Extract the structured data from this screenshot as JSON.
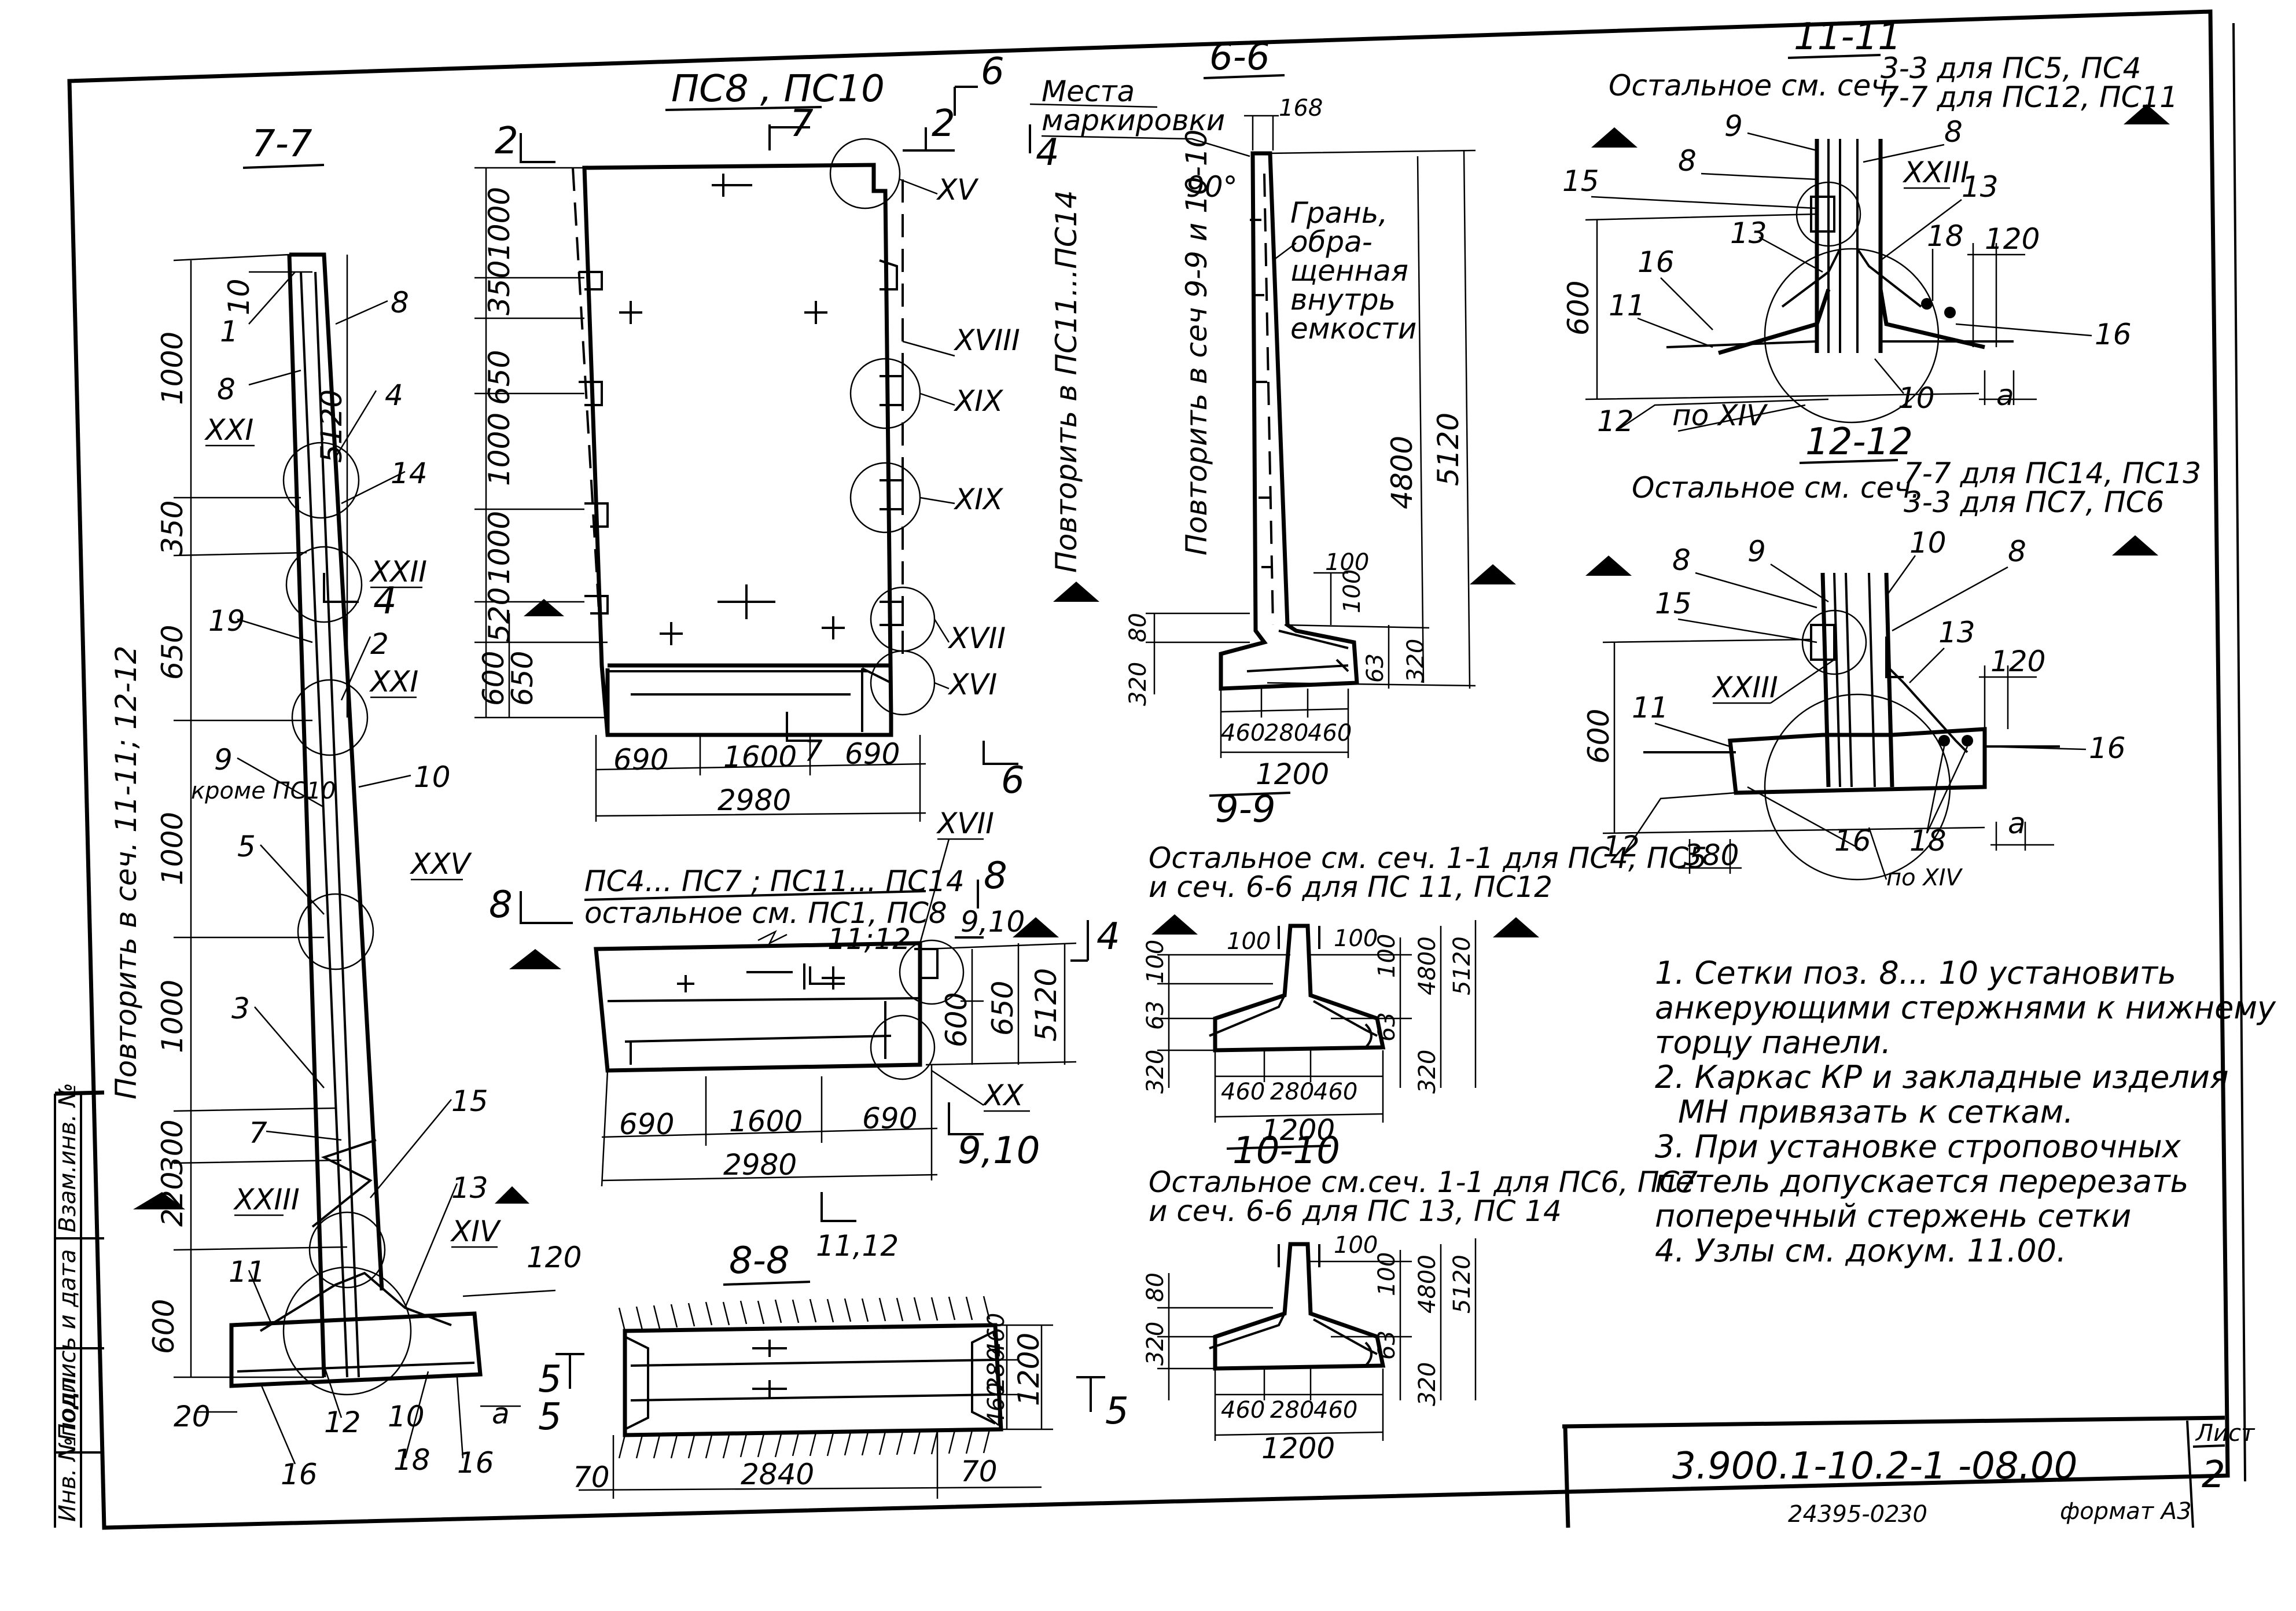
{
  "section_7_7": {
    "title": "7-7",
    "repeat_note": "Повторить в сеч. 11-11; 12-12",
    "dims_left": [
      "1000",
      "350",
      "650",
      "1000",
      "1000",
      "300",
      "220",
      "600"
    ],
    "dim_total": "5120",
    "dim_top": "10",
    "dim_bottom_left": "20",
    "dim_bottom_mid": "10",
    "dim_a": "a",
    "dim_120": "120",
    "position_labels": [
      "1",
      "2",
      "3",
      "4",
      "5",
      "7",
      "8",
      "8",
      "9",
      "10",
      "11",
      "12",
      "13",
      "14",
      "15",
      "16",
      "16",
      "18",
      "19"
    ],
    "pos9_note": "кроме ПС10",
    "node_labels": [
      "XXI",
      "XXII",
      "XXI",
      "XXV",
      "XXIII",
      "XIV"
    ],
    "cut_5": "5",
    "cut_4": "4"
  },
  "elevation_ps8": {
    "title": "ПС8 , ПС10",
    "dims_left": [
      "1000",
      "350",
      "650",
      "1000",
      "1000",
      "520",
      "650",
      "600"
    ],
    "dims_bottom": [
      "690",
      "1600",
      "690"
    ],
    "dim_total": "2980",
    "nodes": [
      "XV",
      "XVIII",
      "XIX",
      "XIX",
      "XVII",
      "XVI"
    ],
    "cut_labels": [
      "2",
      "7",
      "6",
      "2",
      "4",
      "7",
      "6"
    ],
    "repeat_note": "Повторить в ПС11...ПС14"
  },
  "elevation_ps4": {
    "title_line1": "ПС4... ПС7 ; ПС11... ПС14",
    "title_line2": "остальное см. ПС1, ПС8",
    "dims_bottom": [
      "690",
      "1600",
      "690"
    ],
    "dim_total": "2980",
    "dims_right": [
      "600",
      "650",
      "5120"
    ],
    "nodes": [
      "XVII",
      "XX"
    ],
    "cut_labels": [
      "8",
      "11;12",
      "9,10",
      "4",
      "9,10",
      "8",
      "11,12"
    ]
  },
  "section_6_6": {
    "title": "6-6",
    "marking_note": "Места маркировки",
    "face_note": "Грань, обращенная внутрь емкости",
    "repeat_note": "Повторить в сеч 9-9 и 10-10",
    "angle": "90°",
    "dims": [
      "168",
      "100",
      "100",
      "80",
      "320",
      "63",
      "320",
      "4800",
      "5120"
    ],
    "dims_bottom": [
      "460",
      "280",
      "460"
    ],
    "dim_total": "1200"
  },
  "section_9_9": {
    "title": "9-9",
    "note_line1": "Остальное см. сеч. 1-1 для ПС4, ПС5",
    "note_line2": "и сеч. 6-6  для  ПС 11,  ПС12",
    "dims": [
      "100",
      "100",
      "100",
      "100",
      "63",
      "320",
      "63",
      "320",
      "4800",
      "5120"
    ],
    "dims_bottom": [
      "460",
      "280",
      "460"
    ],
    "dim_total": "1200"
  },
  "section_10_10": {
    "title": "10-10",
    "note_line1": "Остальное см.сеч. 1-1 для ПС6, ПС7",
    "note_line2": "и сеч. 6-6  для  ПС 13,  ПС 14",
    "dims": [
      "100",
      "100",
      "80",
      "320",
      "63",
      "320",
      "4800",
      "5120"
    ],
    "dims_bottom": [
      "460",
      "280",
      "460"
    ],
    "dim_total": "1200"
  },
  "section_8_8": {
    "title": "8-8",
    "dims_right": [
      "460",
      "280",
      "460",
      "1200"
    ],
    "dims_bottom": [
      "70",
      "2840",
      "70"
    ],
    "cut_labels": [
      "5",
      "5"
    ]
  },
  "section_11_11": {
    "title": "11-11",
    "note_prefix": "Остальное см. сеч.",
    "note_line1": "3-3 для ПС5, ПС4",
    "note_line2": "7-7 для ПС12, ПС11",
    "labels": [
      "9",
      "8",
      "8",
      "15",
      "13",
      "13",
      "XXIII",
      "16",
      "18",
      "11",
      "16",
      "12",
      "10",
      "a"
    ],
    "dim_600": "600",
    "dim_120": "120",
    "node_ref": "по XIV"
  },
  "section_12_12": {
    "title": "12-12",
    "note_prefix": "Остальное см. сеч.",
    "note_line1": "7-7 для ПС14, ПС13",
    "note_line2": "3-3 для ПС7, ПС6",
    "labels": [
      "8",
      "9",
      "10",
      "8",
      "15",
      "XXIII",
      "13",
      "11",
      "16",
      "12",
      "16",
      "18",
      "a"
    ],
    "dim_600": "600",
    "dim_120": "120",
    "dim_380": "380",
    "node_ref": "по XIV"
  },
  "notes": [
    "1. Сетки поз. 8... 10 установить",
    "анкерующими стержнями к нижнему",
    "торцу панели.",
    "2. Каркас КР и закладные изделия",
    "МН привязать к сеткам.",
    "3. При установке строповочных",
    "петель допускается перерезать",
    "поперечный стержень сетки",
    "4. Узлы см. докум. 11.00."
  ],
  "title_block": {
    "doc_number": "3.900.1-10.2-1 -08.00",
    "sheet_label": "Лист",
    "sheet_number": "2",
    "archive_number": "24395-02",
    "copy_number": "30",
    "format": "формат А3"
  },
  "side_stamp": {
    "cols": [
      "Инв. №подл.",
      "Подпись и дата",
      "Взам.инв. №"
    ]
  }
}
